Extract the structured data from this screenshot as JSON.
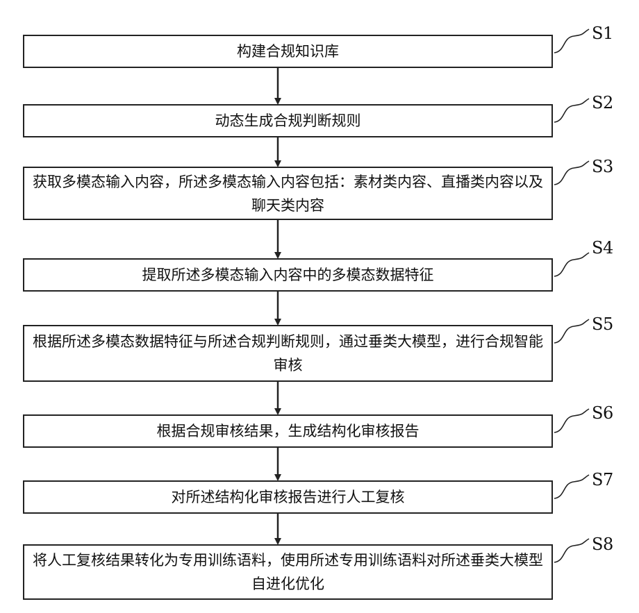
{
  "steps": [
    {
      "id": "S1",
      "text": "构建合规知识库"
    },
    {
      "id": "S2",
      "text": "动态生成合规判断规则"
    },
    {
      "id": "S3",
      "text": "获取多模态输入内容，所述多模态输入内容包括：素材类内容、直播类内容以及聊天类内容"
    },
    {
      "id": "S4",
      "text": "提取所述多模态输入内容中的多模态数据特征"
    },
    {
      "id": "S5",
      "text": "根据所述多模态数据特征与所述合规判断规则，通过垂类大模型，进行合规智能审核"
    },
    {
      "id": "S6",
      "text": "根据合规审核结果，生成结构化审核报告"
    },
    {
      "id": "S7",
      "text": "对所述结构化审核报告进行人工复核"
    },
    {
      "id": "S8",
      "text": "将人工复核结果转化为专用训练语料，使用所述专用训练语料对所述垂类大模型自进化优化"
    }
  ]
}
